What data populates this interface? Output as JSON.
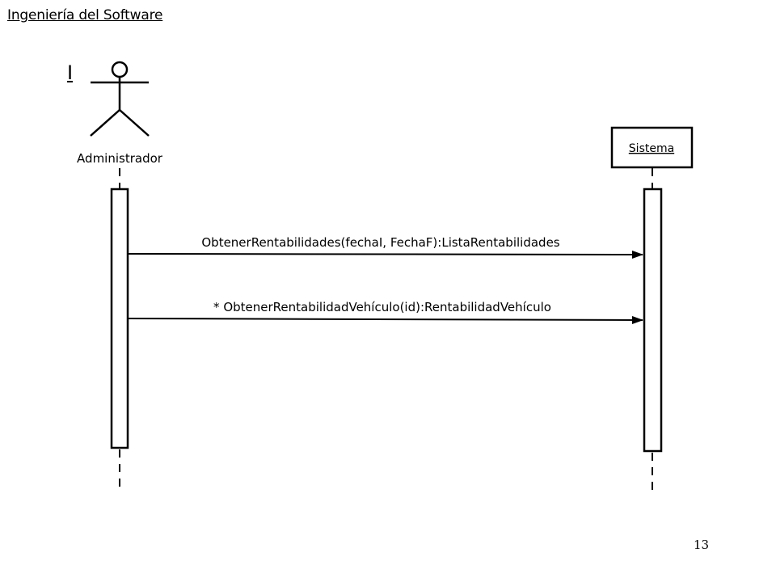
{
  "document": {
    "header_title": "Ingeniería del Software",
    "stray_mark": "I",
    "page_number": "13"
  },
  "diagram": {
    "type": "sequence",
    "participants": [
      {
        "kind": "actor",
        "label": "Administrador"
      },
      {
        "kind": "object",
        "label": "Sistema"
      }
    ],
    "messages": [
      {
        "from": "Administrador",
        "to": "Sistema",
        "label": "ObtenerRentabilidades(fechaI, FechaF):ListaRentabilidades",
        "arrow": "synchronous"
      },
      {
        "from": "Administrador",
        "to": "Sistema",
        "label": "* ObtenerRentabilidadVehículo(id):RentabilidadVehículo",
        "arrow": "synchronous"
      }
    ]
  }
}
